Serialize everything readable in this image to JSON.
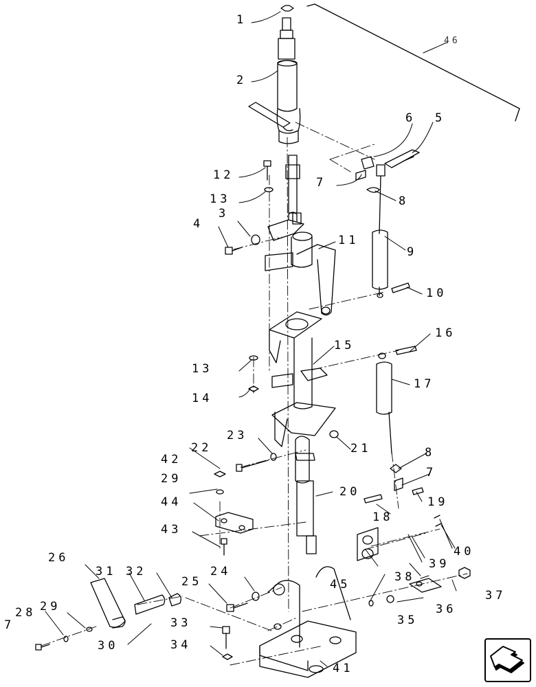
{
  "diagram": {
    "callouts": {
      "c1": "1",
      "c2": "2",
      "c3": "3",
      "c4": "4",
      "c5": "5",
      "c6": "6",
      "c7a": "7",
      "c7b": "7",
      "c7c": "7",
      "c8a": "8",
      "c8b": "8",
      "c9": "9",
      "c10": "10",
      "c11": "11",
      "c12": "12",
      "c13a": "13",
      "c13b": "13",
      "c14": "14",
      "c15": "15",
      "c16": "16",
      "c17": "17",
      "c18": "18",
      "c19": "19",
      "c20": "20",
      "c21": "21",
      "c22": "22",
      "c23": "23",
      "c24": "24",
      "c25": "25",
      "c26": "26",
      "c28": "28",
      "c29a": "29",
      "c29b": "29",
      "c30": "30",
      "c31": "31",
      "c32": "32",
      "c33": "33",
      "c34": "34",
      "c35": "35",
      "c36": "36",
      "c37": "37",
      "c38": "38",
      "c39": "39",
      "c40": "40",
      "c41": "41",
      "c42": "42",
      "c43": "43",
      "c44": "44",
      "c45": "45",
      "c46": "46"
    },
    "nav_icon": "next-page-arrow-icon"
  }
}
